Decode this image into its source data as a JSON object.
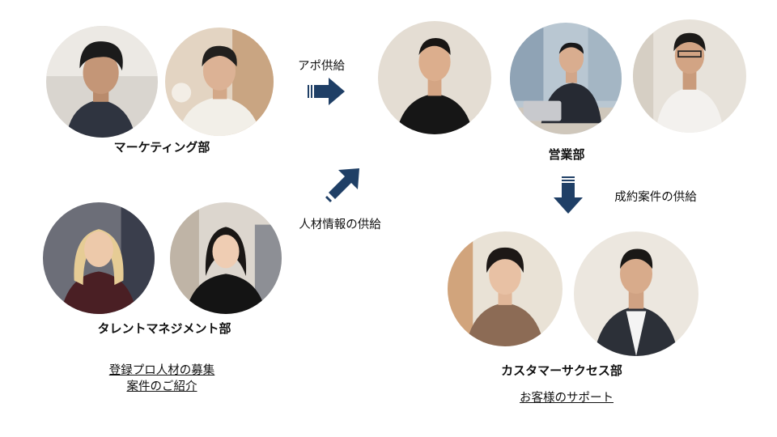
{
  "teams": {
    "marketing": {
      "label": "マーケティング部"
    },
    "sales": {
      "label": "営業部"
    },
    "talent": {
      "label": "タレントマネジメント部"
    },
    "cs": {
      "label": "カスタマーサクセス部"
    }
  },
  "flows": {
    "appointment": "アポ供給",
    "talent_info": "人材情報の供給",
    "contracts": "成約案件の供給"
  },
  "links": {
    "talent_line1": "登録プロ人材の募集",
    "talent_line2": "案件のご紹介",
    "cs_line1": "お客様のサポート"
  },
  "colors": {
    "arrow": "#1f3f66",
    "text": "#111111",
    "background": "#ffffff"
  }
}
